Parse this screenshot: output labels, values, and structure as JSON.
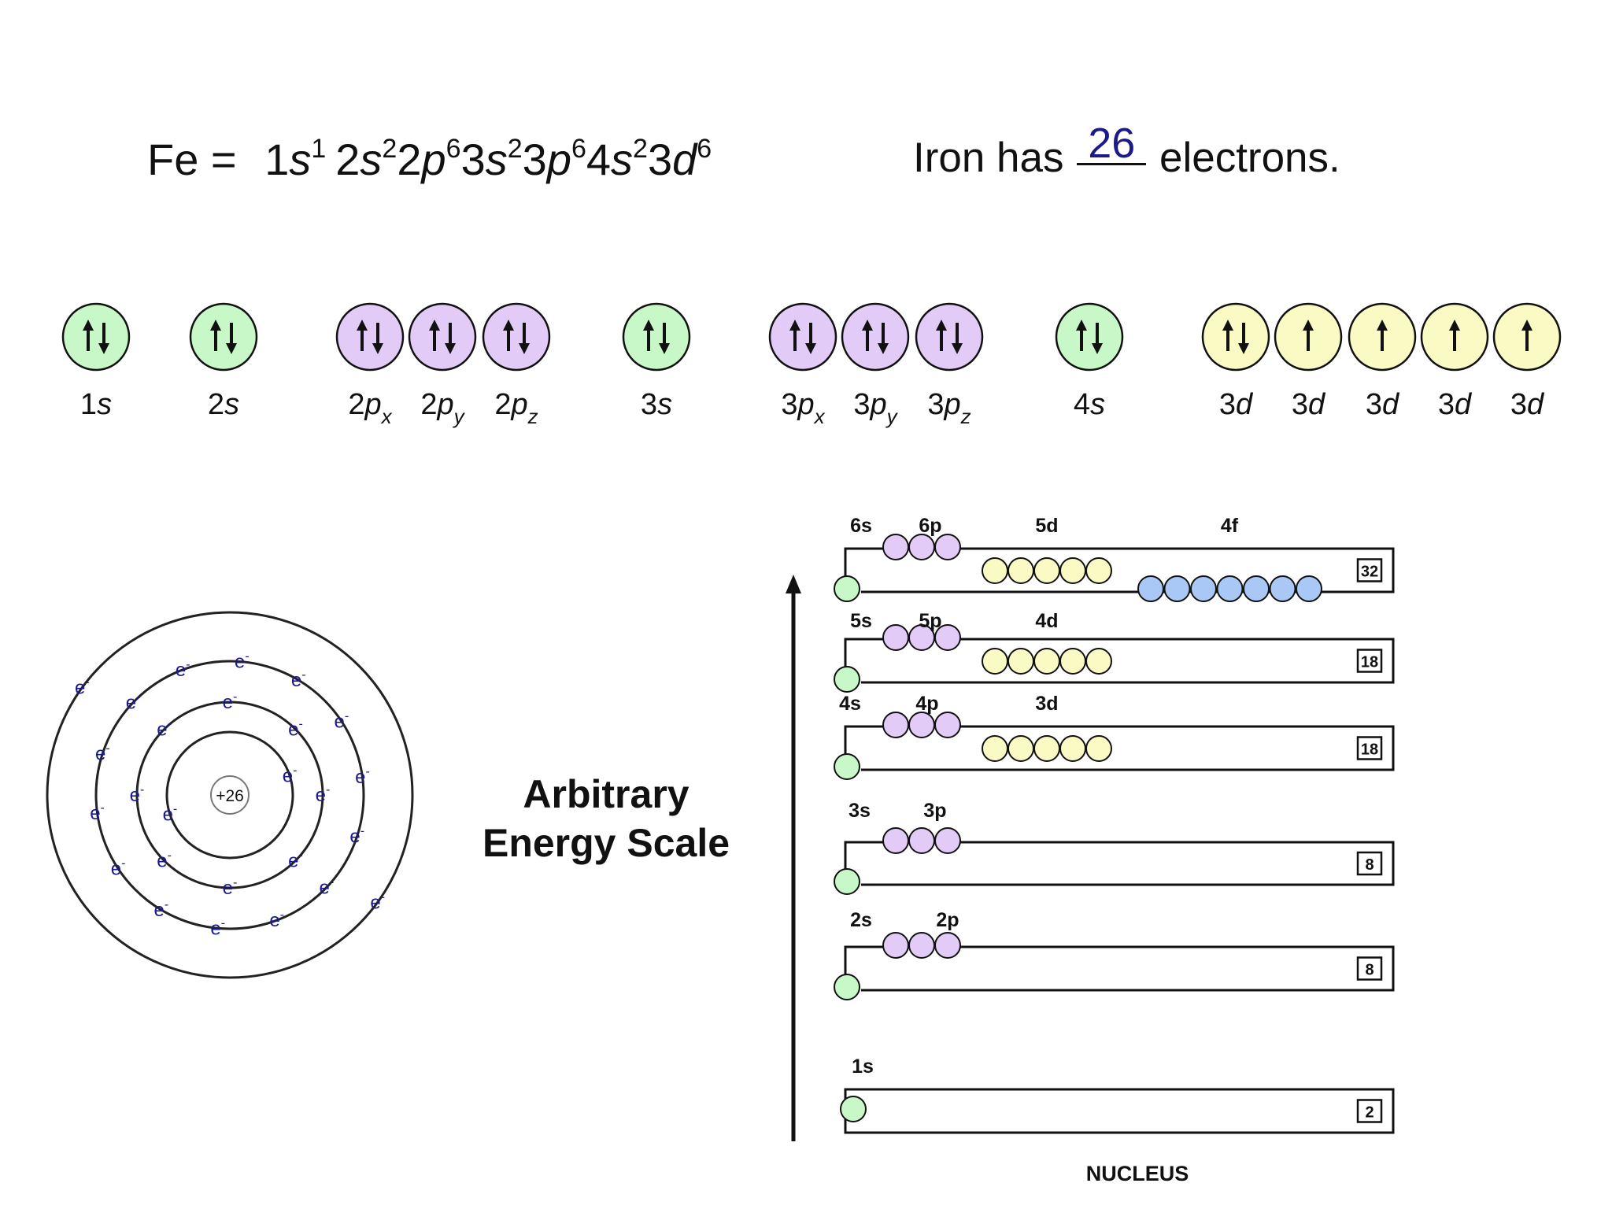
{
  "formula": {
    "element": "Fe",
    "equals": "=",
    "terms": [
      {
        "n": "1",
        "l": "s",
        "e": "1"
      },
      {
        "n": "2",
        "l": "s",
        "e": "2"
      },
      {
        "n": "2",
        "l": "p",
        "e": "6"
      },
      {
        "n": "3",
        "l": "s",
        "e": "2"
      },
      {
        "n": "3",
        "l": "p",
        "e": "6"
      },
      {
        "n": "4",
        "l": "s",
        "e": "2"
      },
      {
        "n": "3",
        "l": "d",
        "e": "6"
      }
    ]
  },
  "electron_count": {
    "prefix": "Iron has",
    "answer": "26",
    "suffix": "electrons."
  },
  "orbital_boxes": [
    {
      "label": "1s",
      "n": "1",
      "l": "s",
      "sub": "",
      "color": "#c8f7c8",
      "electrons": "updown"
    },
    {
      "label": "2s",
      "n": "2",
      "l": "s",
      "sub": "",
      "color": "#c8f7c8",
      "electrons": "updown"
    },
    {
      "label": "2px",
      "n": "2",
      "l": "p",
      "sub": "x",
      "color": "#e2ccf7",
      "electrons": "updown"
    },
    {
      "label": "2py",
      "n": "2",
      "l": "p",
      "sub": "y",
      "color": "#e2ccf7",
      "electrons": "updown"
    },
    {
      "label": "2pz",
      "n": "2",
      "l": "p",
      "sub": "z",
      "color": "#e2ccf7",
      "electrons": "updown"
    },
    {
      "label": "3s",
      "n": "3",
      "l": "s",
      "sub": "",
      "color": "#c8f7c8",
      "electrons": "updown"
    },
    {
      "label": "3px",
      "n": "3",
      "l": "p",
      "sub": "x",
      "color": "#e2ccf7",
      "electrons": "updown"
    },
    {
      "label": "3py",
      "n": "3",
      "l": "p",
      "sub": "y",
      "color": "#e2ccf7",
      "electrons": "updown"
    },
    {
      "label": "3pz",
      "n": "3",
      "l": "p",
      "sub": "z",
      "color": "#e2ccf7",
      "electrons": "updown"
    },
    {
      "label": "4s",
      "n": "4",
      "l": "s",
      "sub": "",
      "color": "#c8f7c8",
      "electrons": "updown"
    },
    {
      "label": "3d",
      "n": "3",
      "l": "d",
      "sub": "",
      "color": "#fafac4",
      "electrons": "updown"
    },
    {
      "label": "3d",
      "n": "3",
      "l": "d",
      "sub": "",
      "color": "#fafac4",
      "electrons": "up"
    },
    {
      "label": "3d",
      "n": "3",
      "l": "d",
      "sub": "",
      "color": "#fafac4",
      "electrons": "up"
    },
    {
      "label": "3d",
      "n": "3",
      "l": "d",
      "sub": "",
      "color": "#fafac4",
      "electrons": "up"
    },
    {
      "label": "3d",
      "n": "3",
      "l": "d",
      "sub": "",
      "color": "#fafac4",
      "electrons": "up"
    }
  ],
  "bohr_model": {
    "nucleus_label": "+26",
    "electron_symbol": "e",
    "electron_charge": "-",
    "shells": [
      2,
      8,
      14,
      2
    ]
  },
  "energy_scale": {
    "title_line1": "Arbitrary",
    "title_line2": "Energy Scale",
    "nucleus_label": "NUCLEUS",
    "levels": [
      {
        "labels": [
          "6s",
          "6p",
          "5d",
          "4f"
        ],
        "capacity": "32",
        "s": 1,
        "p": 3,
        "d": 5,
        "f": 7
      },
      {
        "labels": [
          "5s",
          "5p",
          "4d"
        ],
        "capacity": "18",
        "s": 1,
        "p": 3,
        "d": 5,
        "f": 0
      },
      {
        "labels": [
          "4s",
          "4p",
          "3d"
        ],
        "capacity": "18",
        "s": 1,
        "p": 3,
        "d": 5,
        "f": 0
      },
      {
        "labels": [
          "3s",
          "3p"
        ],
        "capacity": "8",
        "s": 1,
        "p": 3,
        "d": 0,
        "f": 0
      },
      {
        "labels": [
          "2s",
          "2p"
        ],
        "capacity": "8",
        "s": 1,
        "p": 3,
        "d": 0,
        "f": 0
      },
      {
        "labels": [
          "1s"
        ],
        "capacity": "2",
        "s": 1,
        "p": 0,
        "d": 0,
        "f": 0
      }
    ]
  },
  "colors": {
    "s_orbital": "#c8f7c8",
    "p_orbital": "#e2ccf7",
    "d_orbital": "#fafac4",
    "f_orbital": "#a9c8f5",
    "electron_text": "#1a1a8c",
    "answer_text": "#1a1a8c"
  }
}
